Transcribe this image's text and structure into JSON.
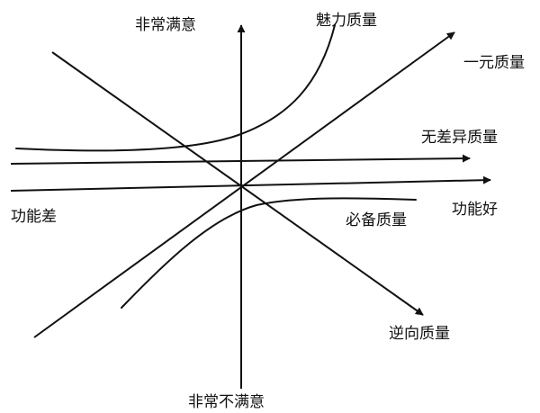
{
  "axes": {
    "y_top_label": "非常满意",
    "y_bottom_label": "非常不满意",
    "x_left_label": "功能差",
    "x_right_label": "功能好"
  },
  "curves": {
    "attractive": {
      "label": "魅力质量"
    },
    "one_dimensional": {
      "label": "一元质量"
    },
    "indifferent": {
      "label": "无差异质量"
    },
    "must_be": {
      "label": "必备质量"
    },
    "reverse": {
      "label": "逆向质量"
    }
  },
  "colors": {
    "ink": "#111111",
    "background": "#ffffff"
  }
}
